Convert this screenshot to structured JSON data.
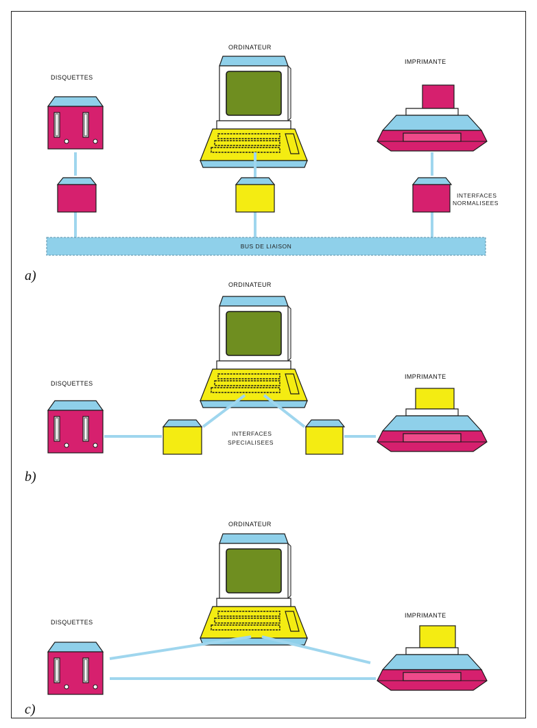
{
  "colors": {
    "magenta": "#d6206e",
    "blue": "#8fd0ea",
    "yellow": "#f4ec12",
    "screen": "#6f8e20",
    "line": "#9fd6ee",
    "outline": "#1a1a1a"
  },
  "panel_a": {
    "marker": "a)",
    "devices": [
      "DISQUETTES",
      "ORDINATEUR",
      "IMPRIMANTE"
    ],
    "interfaces_label_line1": "INTERFACES",
    "interfaces_label_line2": "NORMALISEES",
    "bus_label": "BUS DE LIAISON",
    "interface_colors": [
      "magenta",
      "yellow",
      "magenta"
    ],
    "printer_paper_color": "magenta"
  },
  "panel_b": {
    "marker": "b)",
    "devices": [
      "DISQUETTES",
      "ORDINATEUR",
      "IMPRIMANTE"
    ],
    "interfaces_label_line1": "INTERFACES",
    "interfaces_label_line2": "SPECIALISEES",
    "interface_colors": [
      "yellow",
      "yellow"
    ],
    "printer_paper_color": "yellow"
  },
  "panel_c": {
    "marker": "c)",
    "devices": [
      "DISQUETTES",
      "ORDINATEUR",
      "IMPRIMANTE"
    ],
    "printer_paper_color": "yellow"
  }
}
